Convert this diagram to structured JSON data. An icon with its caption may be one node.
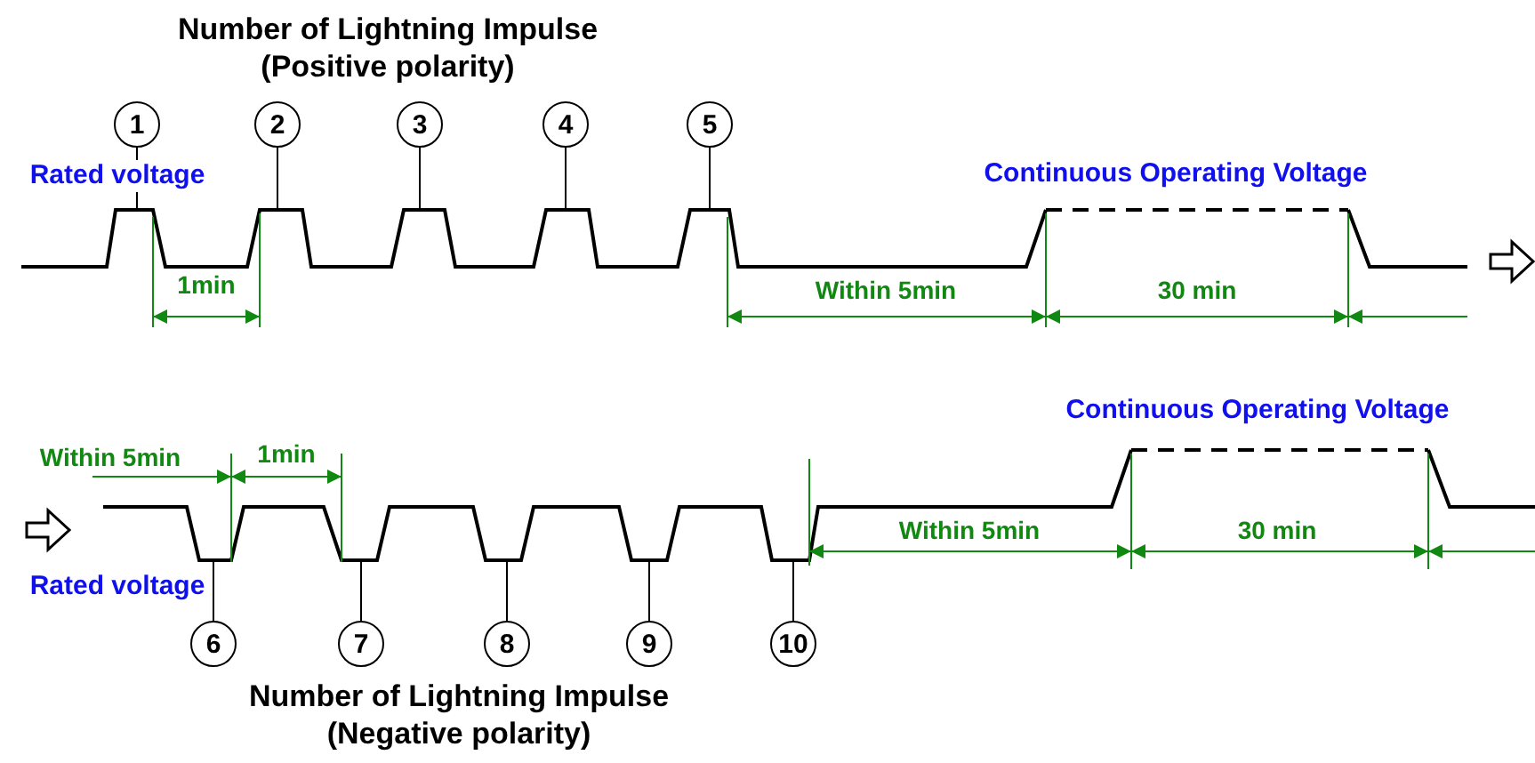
{
  "diagram": {
    "nodes": [
      {
        "text": [
          "1"
        ]
      },
      {
        "text": [
          "2"
        ]
      },
      {
        "text": [
          "3"
        ]
      },
      {
        "text": [
          "4"
        ]
      },
      {
        "text": [
          "5"
        ]
      },
      {
        "text": [
          "6"
        ]
      },
      {
        "text": [
          "7"
        ]
      },
      {
        "text": [
          "8"
        ]
      },
      {
        "text": [
          "9"
        ]
      },
      {
        "text": [
          "10"
        ]
      }
    ],
    "edges": [
      {
        "from": 0,
        "to": null,
        "arrow": "none"
      },
      {
        "from": 1,
        "to": null,
        "arrow": "none"
      },
      {
        "from": 2,
        "to": null,
        "arrow": "none"
      },
      {
        "from": 3,
        "to": null,
        "arrow": "none"
      },
      {
        "from": 4,
        "to": null,
        "arrow": "none"
      },
      {
        "from": 5,
        "to": null,
        "arrow": "none"
      },
      {
        "from": 6,
        "to": null,
        "arrow": "none"
      },
      {
        "from": 7,
        "to": null,
        "arrow": "none"
      },
      {
        "from": 8,
        "to": null,
        "arrow": "none"
      },
      {
        "from": 9,
        "to": null,
        "arrow": "none"
      }
    ],
    "labels": [
      "Number of Lightning Impulse (Positive polarity)",
      "Rated voltage",
      "Continuous Operating Voltage",
      "1min",
      "Within 5min",
      "30 min",
      "Continuous Operating Voltage",
      "Within 5min",
      "1min",
      "Within 5min",
      "30 min",
      "Rated voltage",
      "Number of Lightning Impulse (Negative polarity)"
    ]
  }
}
